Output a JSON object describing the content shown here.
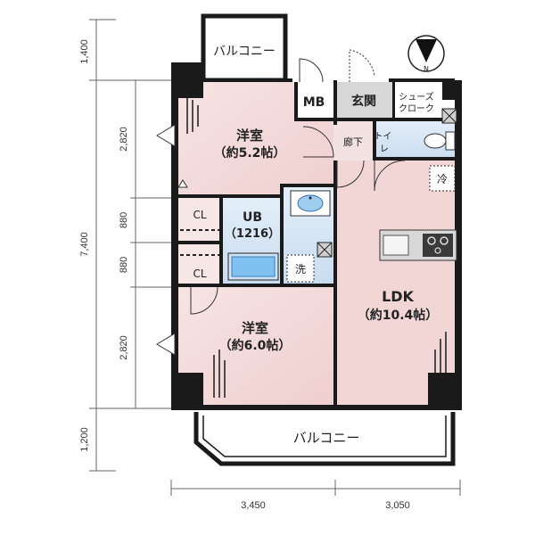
{
  "rooms": {
    "western_north": {
      "name": "洋室",
      "size": "（約5.2帖）"
    },
    "western_south": {
      "name": "洋室",
      "size": "（約6.0帖）"
    },
    "ldk": {
      "name": "LDK",
      "size": "（約10.4帖）"
    },
    "unit_bath": {
      "name": "UB",
      "size": "（1216）"
    },
    "entrance": {
      "name": "玄関"
    },
    "corridor": {
      "name": "廊下"
    },
    "toilet": {
      "name": "トイレ"
    },
    "shoe_closet": {
      "line1": "シューズ",
      "line2": "クローク"
    },
    "mb": {
      "name": "MB"
    },
    "closet_upper": {
      "name": "CL"
    },
    "closet_lower": {
      "name": "CL"
    },
    "washer": {
      "name": "洗"
    },
    "fridge": {
      "name": "冷"
    },
    "balcony_north": {
      "name": "バルコニー"
    },
    "balcony_south": {
      "name": "バルコニー"
    }
  },
  "compass": {
    "letter": "N"
  },
  "dimensions": {
    "vertical": [
      "1,400",
      "2,820",
      "880",
      "880",
      "2,820",
      "1,200"
    ],
    "vertical_total": "7,400",
    "horizontal": [
      "3,450",
      "3,050"
    ]
  },
  "colors": {
    "room_pink": "#f3dada",
    "bath_blue": "#d4e5f4",
    "ldk_pink": "#f2d8d8",
    "wall": "#1a1a1a",
    "fixture_gray": "#d8d8d8"
  }
}
